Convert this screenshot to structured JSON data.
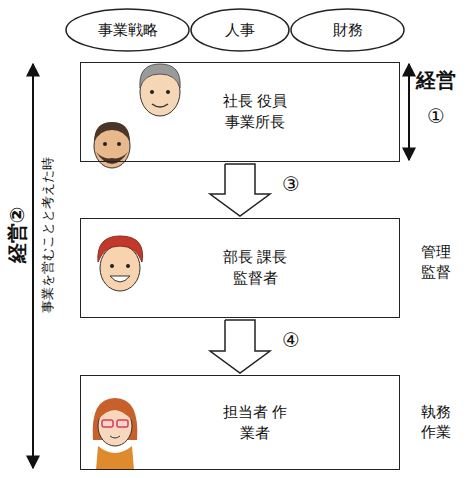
{
  "diagram": {
    "nodes": [
      {
        "text": [
          "事業戦略"
        ]
      },
      {
        "text": [
          "人事"
        ]
      },
      {
        "text": [
          "財務"
        ]
      },
      {
        "text": [
          "社長 役員 事業所長"
        ]
      },
      {
        "text": [
          "部長 課長 監督者"
        ]
      },
      {
        "text": [
          "担当者 作業者"
        ]
      }
    ],
    "edges": [
      {
        "from": 3,
        "to": 4,
        "arrow": "to",
        "label": "③"
      },
      {
        "from": 4,
        "to": 5,
        "arrow": "to",
        "label": "④"
      }
    ],
    "labels": [
      "経営",
      "①",
      "管理 監督",
      "執務 作業",
      "経営②",
      "事業を営むことと考えた時"
    ]
  }
}
